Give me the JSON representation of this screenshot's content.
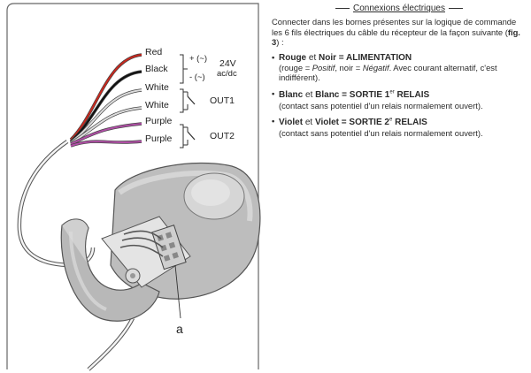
{
  "figure": {
    "wires": [
      {
        "label": "Red",
        "color": "#c8281e"
      },
      {
        "label": "Black",
        "color": "#111111"
      },
      {
        "label": "White",
        "color": "#dddddd"
      },
      {
        "label": "White",
        "color": "#dddddd"
      },
      {
        "label": "Purple",
        "color": "#b04fa6"
      },
      {
        "label": "Purple",
        "color": "#b04fa6"
      }
    ],
    "power": {
      "plus": "+ (~)",
      "minus": "- (~)",
      "voltage": "24V",
      "current": "ac/dc"
    },
    "outputs": [
      "OUT1",
      "OUT2"
    ],
    "callout": "a"
  },
  "text": {
    "heading": "Connexions électriques",
    "intro": "Connecter dans les bornes présentes sur la logique de commande les 6 fils électriques du câble du récepteur de la façon suivante",
    "intro_ref_open": " (",
    "intro_ref": "fig. 3",
    "intro_ref_close": ") :",
    "items": [
      {
        "w1": "Rouge",
        "et": " et ",
        "w2": "Noir",
        "eq": " = ",
        "func": "ALIMENTATION",
        "detail_parts": [
          "(rouge = ",
          "Positif",
          ", noir = ",
          "Négatif",
          ". Avec courant alternatif, c'est indifférent)."
        ]
      },
      {
        "w1": "Blanc",
        "et": " et ",
        "w2": "Blanc",
        "eq": " = ",
        "func_pre": "SORTIE 1",
        "sup": "er",
        "func_post": " RELAIS",
        "detail": "(contact sans potentiel d'un relais normalement ouvert)."
      },
      {
        "w1": "Violet",
        "et": " et ",
        "w2": "Violet",
        "eq": " = ",
        "func_pre": "SORTIE 2",
        "sup": "e",
        "func_post": " RELAIS",
        "detail": "(contact sans potentiel d'un relais normalement ouvert)."
      }
    ]
  }
}
